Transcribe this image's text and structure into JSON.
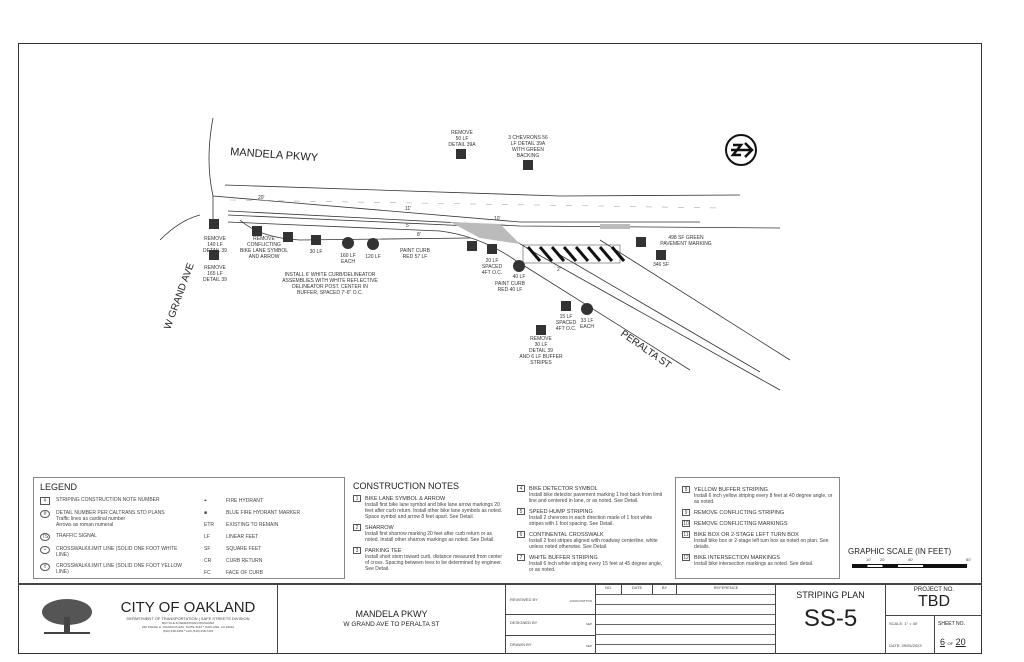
{
  "plan": {
    "streets": {
      "mandela": "MANDELA PKWY",
      "grand": "W GRAND AVE",
      "peralta": "PERALTA ST"
    },
    "callouts": [
      {
        "lines": [
          "REMOVE",
          "50 LF",
          "DETAIL 39A"
        ]
      },
      {
        "lines": [
          "3 CHEVRONS 56",
          "LF DETAIL 39A",
          "WITH GREEN",
          "BACKING"
        ]
      },
      {
        "lines": [
          "REMOVE",
          "140 LF",
          "DETAIL 39"
        ]
      },
      {
        "lines": [
          "REMOVE",
          "165 LF",
          "DETAIL 39"
        ]
      },
      {
        "lines": [
          "REMOVE",
          "CONFLICTING",
          "BIKE LANE SYMBOL",
          "AND ARROW"
        ]
      },
      {
        "lines": [
          "30 LF"
        ]
      },
      {
        "lines": [
          "160 LF",
          "EACH"
        ]
      },
      {
        "lines": [
          "120 LF"
        ]
      },
      {
        "lines": [
          "PAINT CURB",
          "RED 57 LF"
        ]
      },
      {
        "lines": [
          "INSTALL 6' WHITE CURB/DELINEATOR",
          "ASSEMBLIES WITH WHITE REFLECTIVE",
          "DELINEATOR POST. CENTER IN",
          "BUFFER, SPACED 7'-6\" O.C."
        ]
      },
      {
        "lines": [
          "20 LF",
          "SPACED",
          "4FT O.C."
        ]
      },
      {
        "lines": [
          "40 LF"
        ]
      },
      {
        "lines": [
          "PAINT CURB",
          "RED 40 LF"
        ]
      },
      {
        "lines": [
          "15 LF",
          "SPACED",
          "4FT O.C."
        ]
      },
      {
        "lines": [
          "33 LF",
          "EACH"
        ]
      },
      {
        "lines": [
          "REMOVE",
          "30 LF",
          "DETAIL 39",
          "AND 6 LF BUFFER",
          "STRIPES"
        ]
      },
      {
        "lines": [
          "498 SF GREEN",
          "PAVEMENT MARKING"
        ]
      },
      {
        "lines": [
          "346 SF"
        ]
      }
    ],
    "dims": [
      "20'",
      "11'",
      "10'",
      "8'",
      "5'",
      "2'"
    ]
  },
  "legend": {
    "title": "LEGEND",
    "left": [
      {
        "sym": "#",
        "label": "STRIPING CONSTRUCTION NOTE NUMBER"
      },
      {
        "sym": "#",
        "label": "DETAIL NUMBER PER CALTRANS STD PLANS",
        "sub": [
          "Traffic lines as cardinal number",
          "Arrows as roman numeral"
        ]
      },
      {
        "sym": "TS",
        "label": "TRAFFIC SIGNAL"
      },
      {
        "sym": "•",
        "label": "CROSSWALK/LIMIT LINE (SOLID ONE FOOT WHITE LINE)"
      },
      {
        "sym": "Y",
        "label": "CROSSWALK/LIMIT LINE (SOLID ONE FOOT YELLOW LINE)"
      }
    ],
    "right": [
      {
        "abbr": "⌖",
        "label": "FIRE HYDRANT"
      },
      {
        "abbr": "■",
        "label": "BLUE FIRE HYDRANT MARKER"
      },
      {
        "abbr": "ETR",
        "label": "EXISTING TO REMAIN"
      },
      {
        "abbr": "LF",
        "label": "LINEAR FEET"
      },
      {
        "abbr": "SF",
        "label": "SQUARE FEET"
      },
      {
        "abbr": "CR",
        "label": "CURB RETURN"
      },
      {
        "abbr": "FC",
        "label": "FACE OF CURB"
      }
    ]
  },
  "notes": {
    "title": "CONSTRUCTION NOTES",
    "items": [
      {
        "n": "1",
        "title": "BIKE LANE SYMBOL & ARROW",
        "desc": "Install first bike lane symbol and bike lane arrow markings 20 feet after curb return. Install other bike lane symbols as noted. Space symbol and arrow 8 feet apart. See Detail."
      },
      {
        "n": "2",
        "title": "SHARROW",
        "desc": "Install first sharrow marking 20 feet after curb return or as noted. Install other sharrow markings as noted. See Detail."
      },
      {
        "n": "3",
        "title": "PARKING TEE",
        "desc": "Install short stem toward curb, distance measured from center of cross. Spacing between tees to be determined by engineer. See Detail."
      },
      {
        "n": "4",
        "title": "BIKE DETECTOR SYMBOL",
        "desc": "Install bike detector pavement marking 1 foot back from limit line and centered in lane, or as noted. See Detail."
      },
      {
        "n": "5",
        "title": "SPEED HUMP STRIPING",
        "desc": "Install 2 chevrons in each direction made of 1 foot white stripes with 1 foot spacing. See Detail."
      },
      {
        "n": "6",
        "title": "CONTINENTAL CROSSWALK",
        "desc": "Install 2 foot stripes aligned with roadway centerline, white unless noted otherwise. See Detail."
      },
      {
        "n": "7",
        "title": "WHITE BUFFER STRIPING",
        "desc": "Install 6 inch white striping every 15 feet at 45 degree angle, or as noted."
      },
      {
        "n": "8",
        "title": "YELLOW BUFFER STRIPING",
        "desc": "Install 6 inch yellow striping every 8 feet at 40 degree angle, or as noted."
      },
      {
        "n": "9",
        "title": "REMOVE CONFLICTING STRIPING",
        "desc": ""
      },
      {
        "n": "10",
        "title": "REMOVE CONFLICTING MARKINGS",
        "desc": ""
      },
      {
        "n": "11",
        "title": "BIKE BOX OR 2-STAGE LEFT TURN BOX",
        "desc": "Install bike box or 2-stage left turn box as noted on plan. See details."
      },
      {
        "n": "12",
        "title": "BIKE INTERSECTION MARKINGS",
        "desc": "Install bike intersection markings as noted. See detail."
      }
    ]
  },
  "scale": {
    "title": "GRAPHIC SCALE (IN FEET)",
    "ticks": [
      "10'",
      "20'",
      "40'",
      "80'"
    ]
  },
  "titleblock": {
    "city": "CITY OF OAKLAND",
    "dept": "DEPARTMENT OF TRANSPORTATION | SAFE STREETS DIVISION",
    "prog": "BICYCLE & PEDESTRIAN PROGRAM",
    "addr": "250 FRANK H. OGAWA PLAZA, SUITE 4314 * OAKLAND, CA 94612",
    "phone": "(510) 238-3466 * FAX (510) 238-7415",
    "project": "MANDELA PKWY",
    "limits": "W GRAND AVE TO PERALTA ST",
    "reviewed_label": "REVIEWED BY",
    "reviewed": "JASON PATTON",
    "designed_label": "DESIGNED BY",
    "designed": "SEP",
    "drawn_label": "DRAWN BY",
    "drawn": "SEP",
    "rev_headers": [
      "NO.",
      "DATE",
      "BY",
      "REFERENCE"
    ],
    "sheet_title": "STRIPING PLAN",
    "sheet_code": "SS-5",
    "project_no_label": "PROJECT NO.",
    "project_no": "TBD",
    "scale_label": "SCALE:",
    "scale": "1\" = 40'",
    "date_label": "DATE:",
    "date": "09/05/2023",
    "sheet_no_label": "SHEET NO.",
    "sheet": "6",
    "of": "OF",
    "total": "20"
  }
}
